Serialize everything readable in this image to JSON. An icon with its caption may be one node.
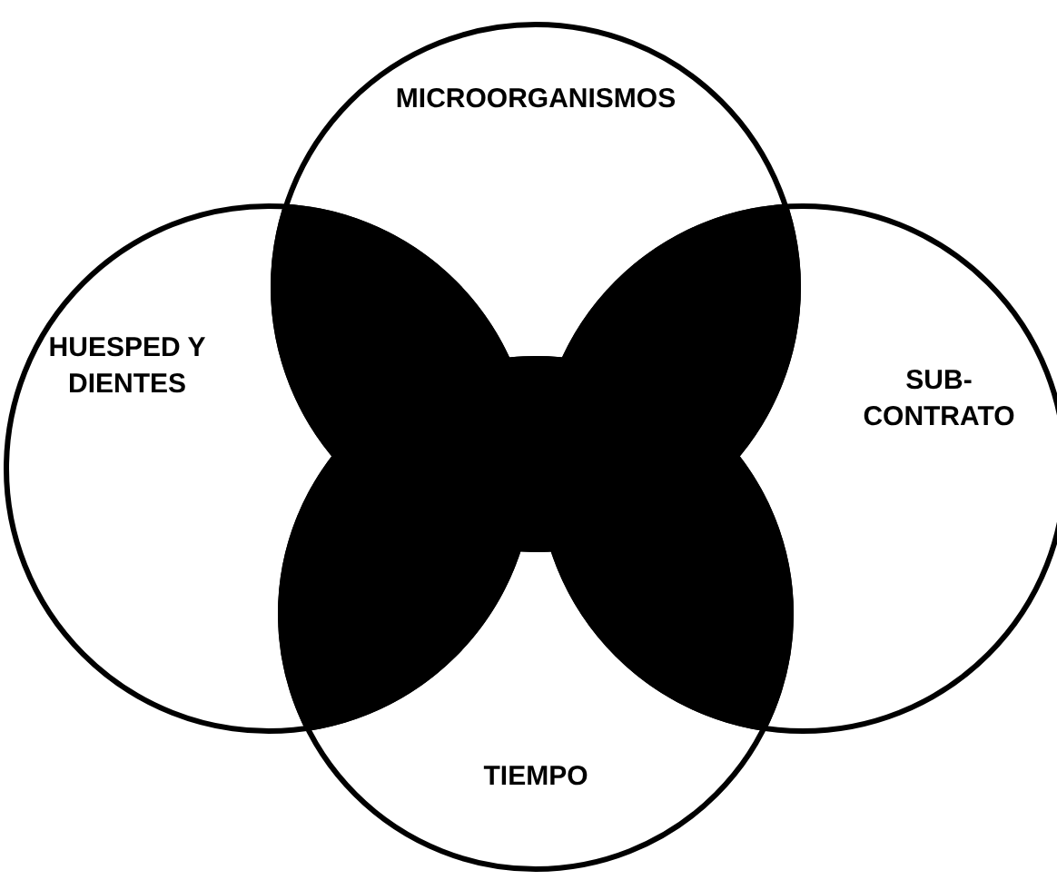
{
  "diagram": {
    "nodes": [
      {
        "text": [
          "MICROORGANISMOS"
        ]
      },
      {
        "text": [
          "HUESPED Y DIENTES"
        ]
      },
      {
        "text": [
          "SUB- CONTRATO"
        ]
      },
      {
        "text": [
          "TIEMPO"
        ]
      }
    ]
  }
}
